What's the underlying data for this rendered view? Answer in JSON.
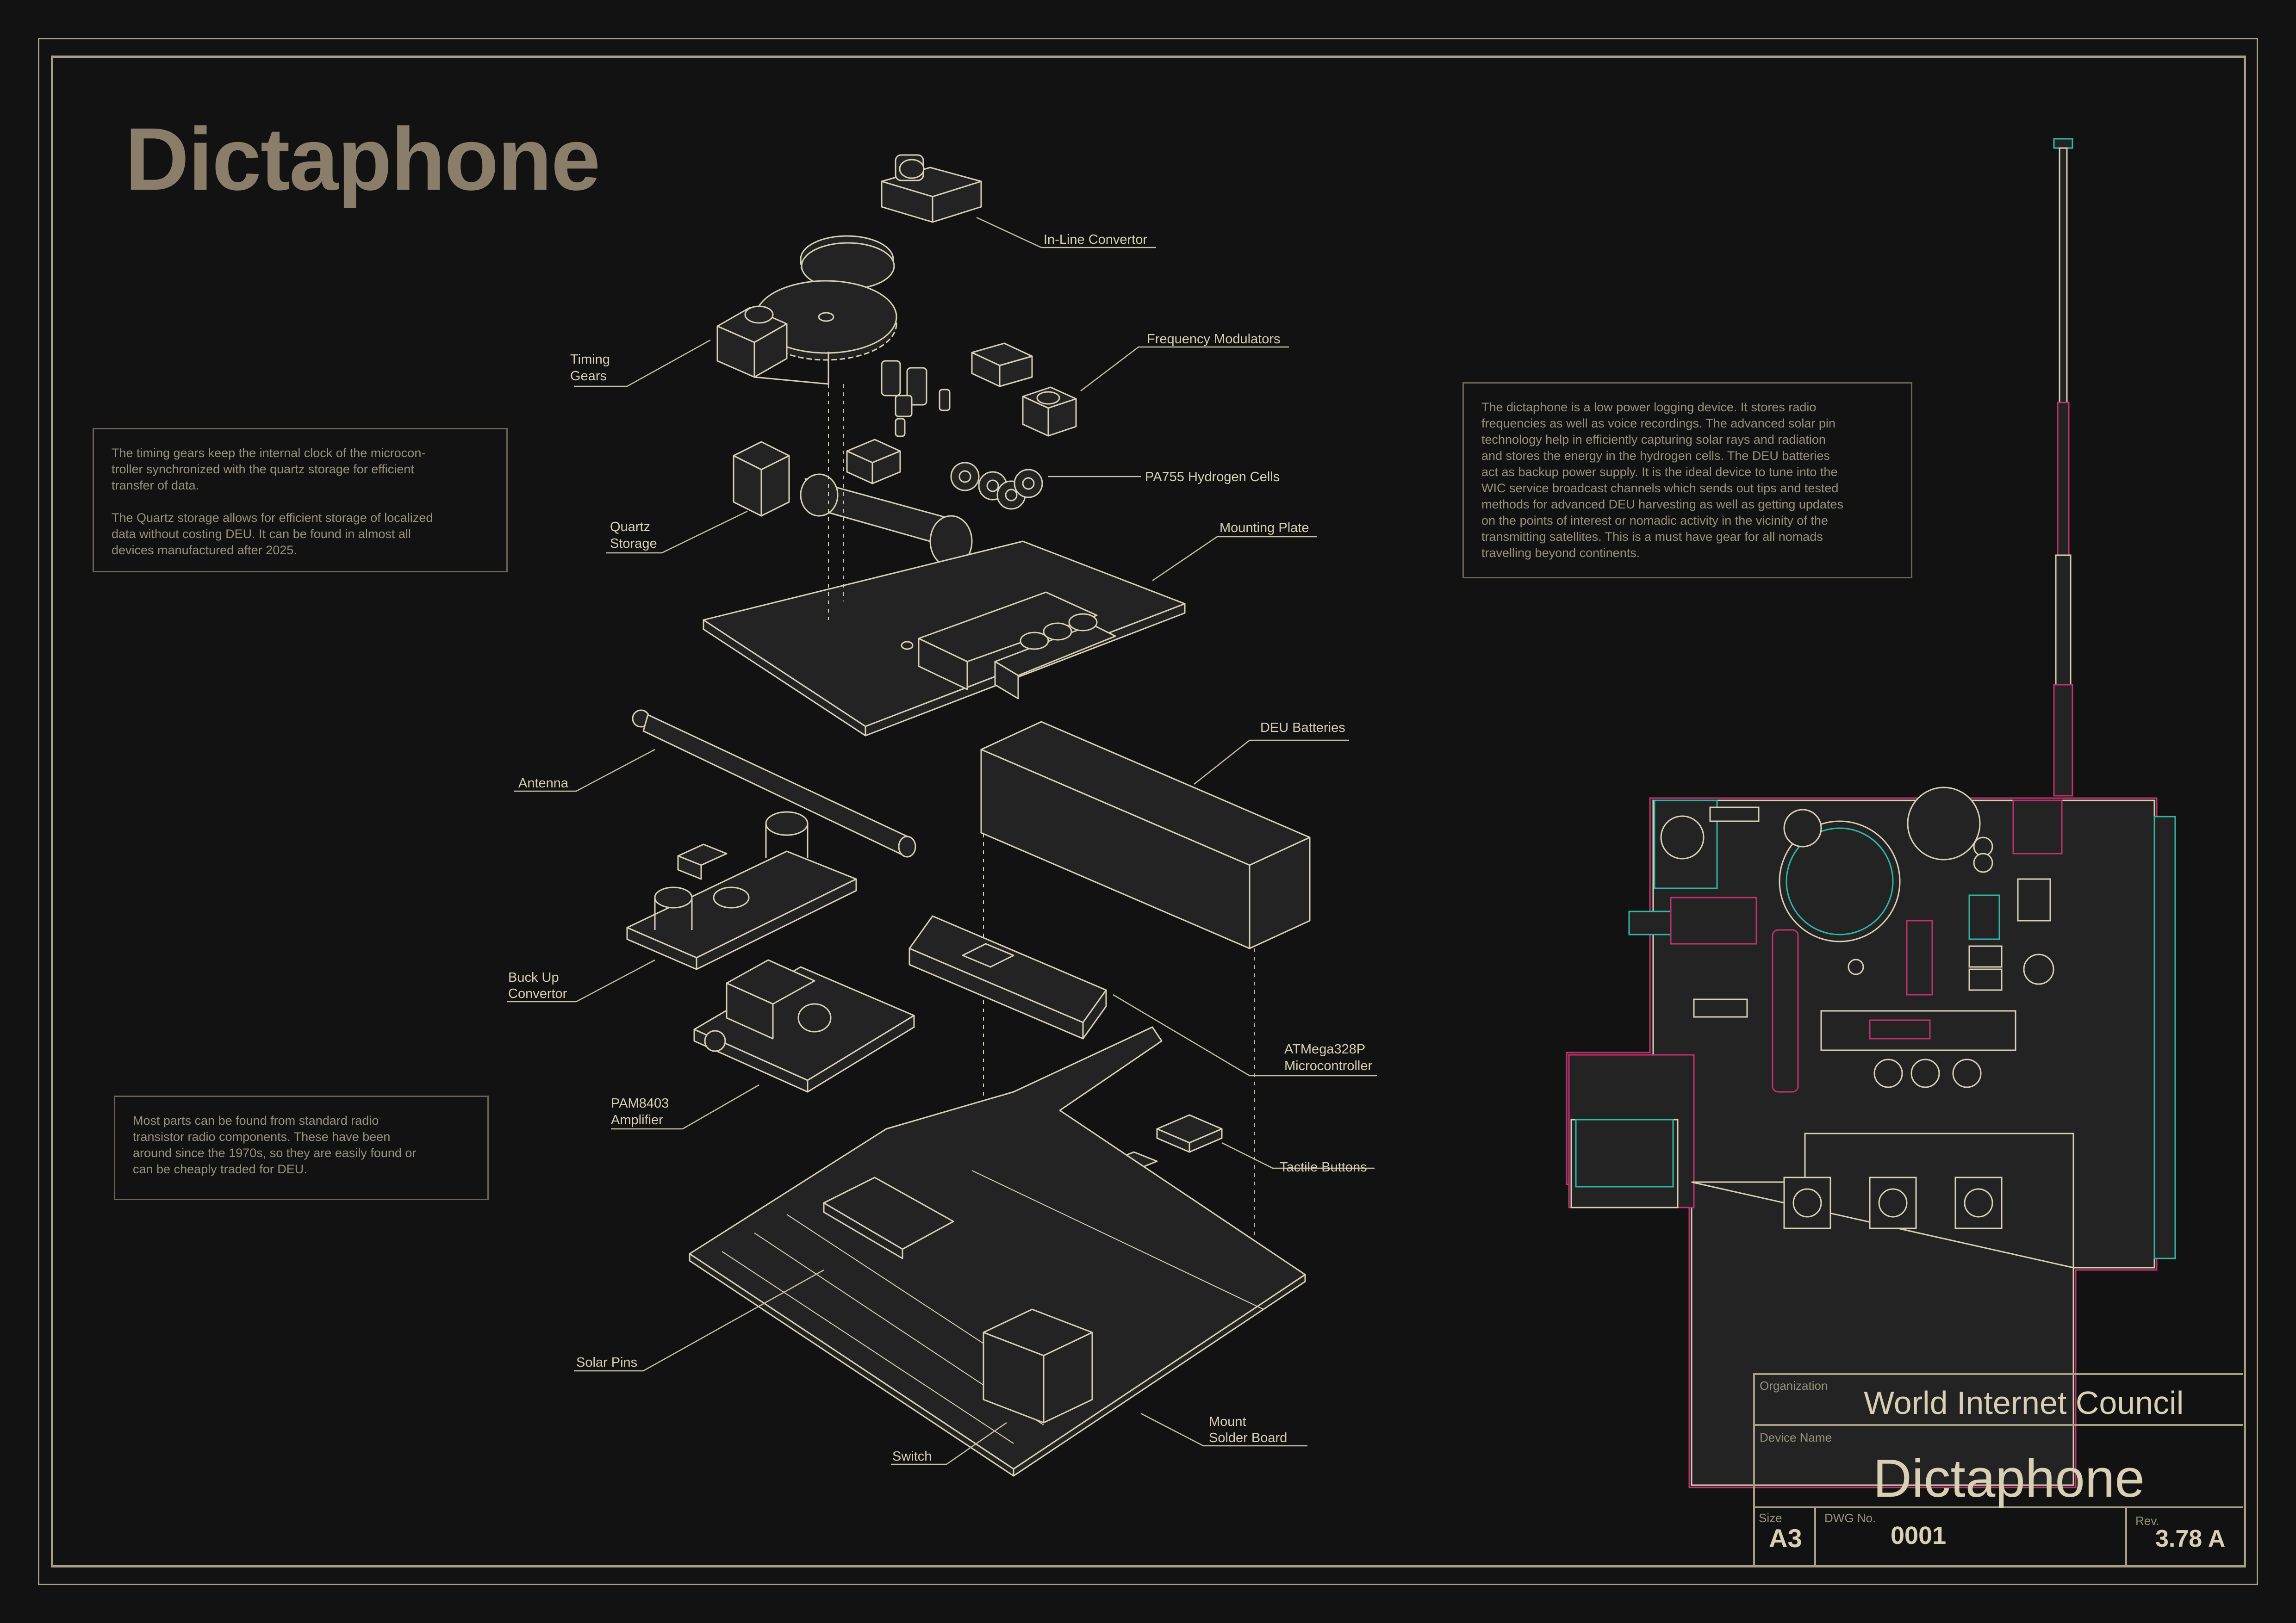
{
  "title": "Dictaphone",
  "notes": {
    "timing": "The timing gears keep the internal clock of the microcon-\ntroller synchronized with the quartz storage for efficient\ntransfer of data.\n\nThe Quartz storage allows for efficient storage of localized\ndata without costing DEU. It can be found in almost all\ndevices manufactured after 2025.",
    "parts": "Most parts can be found from standard radio\ntransistor radio components. These have been\naround since the 1970s, so they are easily found or\ncan be cheaply traded for DEU.",
    "about": "The dictaphone is a low power logging device. It stores radio\nfrequencies as well as voice recordings. The advanced solar pin\ntechnology help in efficiently capturing solar rays and radiation\nand stores the energy in the hydrogen cells. The DEU batteries\nact as backup power supply. It is the ideal device to tune into the\nWIC service broadcast channels which sends out tips and tested\nmethods for advanced DEU harvesting as well as getting updates\non the points of interest or nomadic activity in the vicinity of the\ntransmitting satellites. This is a must have gear for all nomads\ntravelling beyond continents."
  },
  "labels": {
    "inline_convertor": "In-Line Convertor",
    "freq_modulators": "Frequency Modulators",
    "timing_gears": [
      "Timing",
      "Gears"
    ],
    "pa755": "PA755 Hydrogen Cells",
    "quartz_storage": [
      "Quartz",
      "Storage"
    ],
    "mounting_plate": "Mounting Plate",
    "deu_batteries": "DEU Batteries",
    "antenna": "Antenna",
    "buck_up": [
      "Buck Up",
      "Convertor"
    ],
    "atmega": [
      "ATMega328P",
      "Microcontroller"
    ],
    "pam8403": [
      "PAM8403",
      "Amplifier"
    ],
    "tactile": "Tactile Buttons",
    "solar_pins": "Solar Pins",
    "mount_solder": [
      "Mount",
      "Solder Board"
    ],
    "switch": "Switch"
  },
  "title_block": {
    "org_caption": "Organization",
    "org": "World Internet Council",
    "device_caption": "Device Name",
    "device": "Dictaphone",
    "size_caption": "Size",
    "size": "A3",
    "dwg_caption": "DWG No.",
    "dwg": "0001",
    "rev_caption": "Rev.",
    "rev": "3.78 A"
  },
  "colors": {
    "line": "#d8cfb5",
    "accent_magenta": "#c2306f",
    "accent_cyan": "#2fb7a4",
    "frame": "#a89d85"
  }
}
